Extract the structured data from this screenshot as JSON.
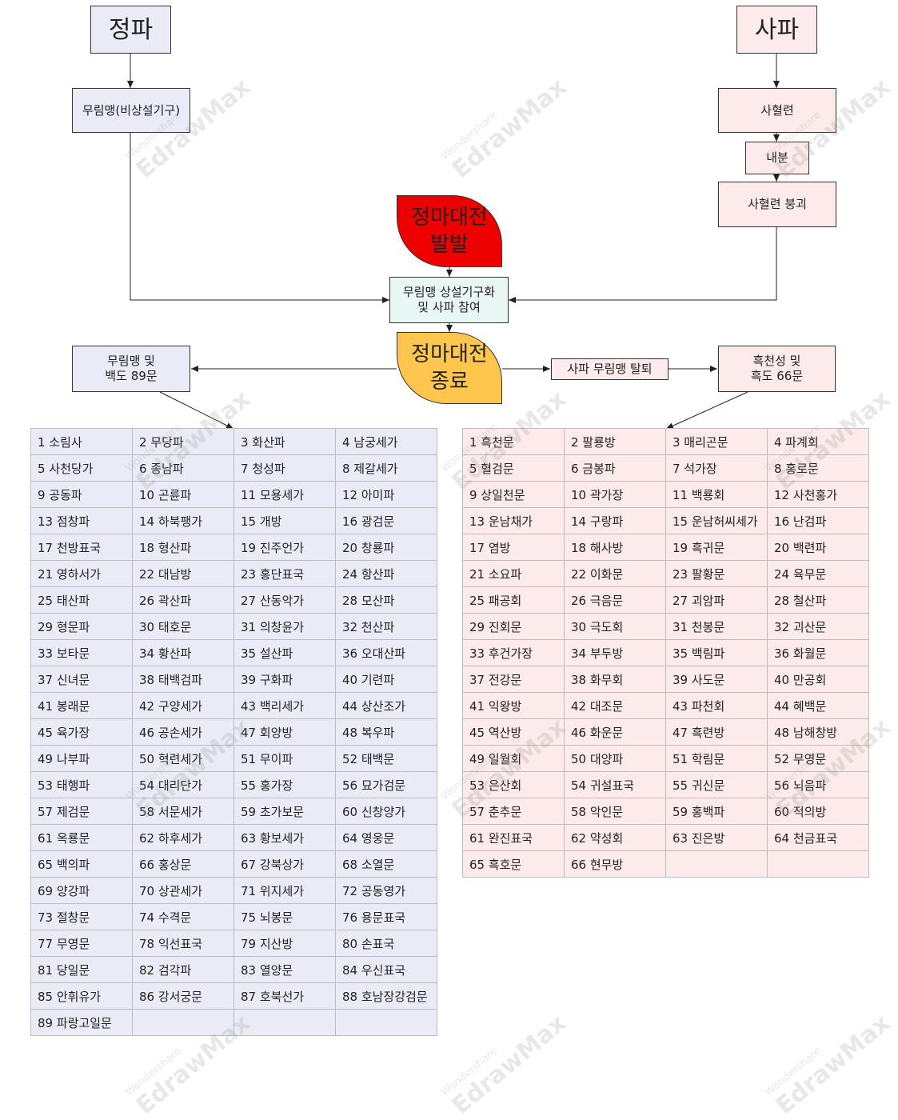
{
  "headers": {
    "left": "정파",
    "right": "사파"
  },
  "nodes": {
    "murim_temp": "무림맹(비상설기구)",
    "sahyul": "사혈련",
    "naebun": "내분",
    "sahyul_collapse": "사혈련 붕괴",
    "war_start_line1": "정마대전",
    "war_start_line2": "발발",
    "murim_permanent_line1": "무림맹 상설기구화",
    "murim_permanent_line2": "및 사파 참여",
    "war_end_line1": "정마대전",
    "war_end_line2": "종료",
    "murim_89_line1": "무림맹 및",
    "murim_89_line2": "백도 89문",
    "sapa_leave": "사파 무림맹 탈퇴",
    "heukcheon_line1": "흑천성 및",
    "heukcheon_line2": "흑도 66문"
  },
  "colors": {
    "war_start": "#ee0000",
    "war_end": "#ffc64d",
    "orthodox": "#ebebf7",
    "unorthodox": "#fdeaea",
    "merged": "#e9f7f4"
  },
  "watermark": {
    "brand": "EdrawMax",
    "company": "Wondershare"
  },
  "left_table": [
    [
      "1 소림사",
      "2 무당파",
      "3 화산파",
      "4 남궁세가"
    ],
    [
      "5 사천당가",
      "6 종남파",
      "7 청성파",
      "8 제갈세가"
    ],
    [
      "9 공동파",
      "10 곤륜파",
      "11 모용세가",
      "12 아미파"
    ],
    [
      "13 점창파",
      "14 하북팽가",
      "15 개방",
      "16 광검문"
    ],
    [
      "17 천방표국",
      "18 형산파",
      "19 진주언가",
      "20 창룡파"
    ],
    [
      "21 영하서가",
      "22 대남방",
      "23 홍단표국",
      "24 항산파"
    ],
    [
      "25 태산파",
      "26 곽산파",
      "27 산동악가",
      "28 모산파"
    ],
    [
      "29 형문파",
      "30 태호문",
      "31 의창윤가",
      "32 천산파"
    ],
    [
      "33 보타문",
      "34 황산파",
      "35 설산파",
      "36 오대산파"
    ],
    [
      "37 신녀문",
      "38 태백검파",
      "39 구화파",
      "40 기련파"
    ],
    [
      "41 봉래문",
      "42 구양세가",
      "43 백리세가",
      "44 상산조가"
    ],
    [
      "45 육가장",
      "46 공손세가",
      "47 회양방",
      "48 복우파"
    ],
    [
      "49 나부파",
      "50 혁련세가",
      "51 무이파",
      "52 태백문"
    ],
    [
      "53 태행파",
      "54 대리단가",
      "55 홍가장",
      "56 묘가검문"
    ],
    [
      "57 제검문",
      "58 서문세가",
      "59 초가보문",
      "60 신창양가"
    ],
    [
      "61 옥룡문",
      "62 하후세가",
      "63 황보세가",
      "64 영웅문"
    ],
    [
      "65 백의파",
      "66 홍상문",
      "67 강북상가",
      "68 소열문"
    ],
    [
      "69 양강파",
      "70 상관세가",
      "71 위지세가",
      "72 공동영가"
    ],
    [
      "73 절창문",
      "74 수격문",
      "75 뇌봉문",
      "76 용문표국"
    ],
    [
      "77 무영문",
      "78 익선표국",
      "79 지산방",
      "80 손표국"
    ],
    [
      "81 당일문",
      "82 검각파",
      "83 열양문",
      "84 우신표국"
    ],
    [
      "85 안휘유가",
      "86 강서궁문",
      "87 호북선가",
      "88 호남장강검문"
    ],
    [
      "89 파랑고일문",
      "",
      "",
      ""
    ]
  ],
  "right_table": [
    [
      "1 흑천문",
      "2 팔룡방",
      "3 매리곤문",
      "4 파계회"
    ],
    [
      "5 혈검문",
      "6 금봉파",
      "7 석가장",
      "8 홍로문"
    ],
    [
      "9 상일천문",
      "10 곽가장",
      "11 백룡회",
      "12 사천홍가"
    ],
    [
      "13 운남채가",
      "14 구랑파",
      "15 운남허씨세가",
      "16 난검파"
    ],
    [
      "17 염방",
      "18 해사방",
      "19 흑귀문",
      "20 백련파"
    ],
    [
      "21 소요파",
      "22 이화문",
      "23 팔황문",
      "24 육무문"
    ],
    [
      "25 패공회",
      "26 극음문",
      "27 괴암파",
      "28 철산파"
    ],
    [
      "29 진회문",
      "30 극도회",
      "31 천봉문",
      "32 괴산문"
    ],
    [
      "33 후건가장",
      "34 부두방",
      "35 백림파",
      "36 화월문"
    ],
    [
      "37 전강문",
      "38 화무회",
      "39 사도문",
      "40 만공회"
    ],
    [
      "41 익왕방",
      "42 대조문",
      "43 파천회",
      "44 혜백문"
    ],
    [
      "45 역산방",
      "46 화운문",
      "47 흑련방",
      "48 남해창방"
    ],
    [
      "49 일월회",
      "50 대양파",
      "51 학림문",
      "52 무영문"
    ],
    [
      "53 은산회",
      "54 귀설표국",
      "55 귀신문",
      "56 뇌음파"
    ],
    [
      "57 춘추문",
      "58 악인문",
      "59 홍백파",
      "60 적의방"
    ],
    [
      "61 완진표국",
      "62 약성회",
      "63 진은방",
      "64 천금표국"
    ],
    [
      "65 흑호문",
      "66 현무방",
      "",
      ""
    ]
  ]
}
